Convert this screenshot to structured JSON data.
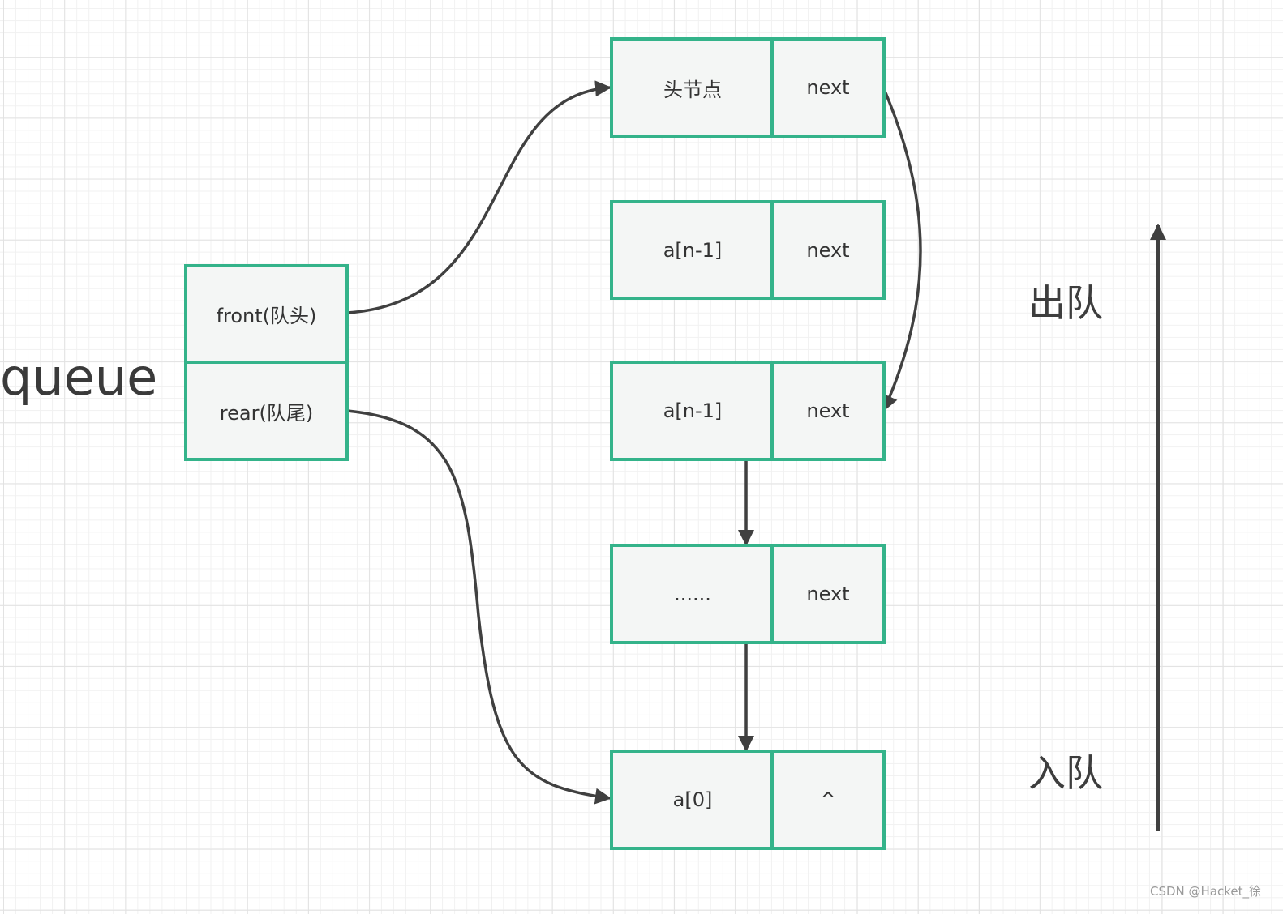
{
  "queue_label": "queue",
  "queue_fields": {
    "front": "front(队头)",
    "rear": "rear(队尾)"
  },
  "nodes": [
    {
      "data": "头节点",
      "next": "next"
    },
    {
      "data": "a[n-1]",
      "next": "next"
    },
    {
      "data": "a[n-1]",
      "next": "next"
    },
    {
      "data": "......",
      "next": "next"
    },
    {
      "data": "a[0]",
      "next": "^"
    }
  ],
  "dequeue_label": "出队",
  "enqueue_label": "入队",
  "watermark": "CSDN @Hacket_徐",
  "colors": {
    "node_border": "#34b38a",
    "node_fill": "#f4f6f5",
    "edge": "#404040",
    "grid": "#e2e2e2"
  }
}
